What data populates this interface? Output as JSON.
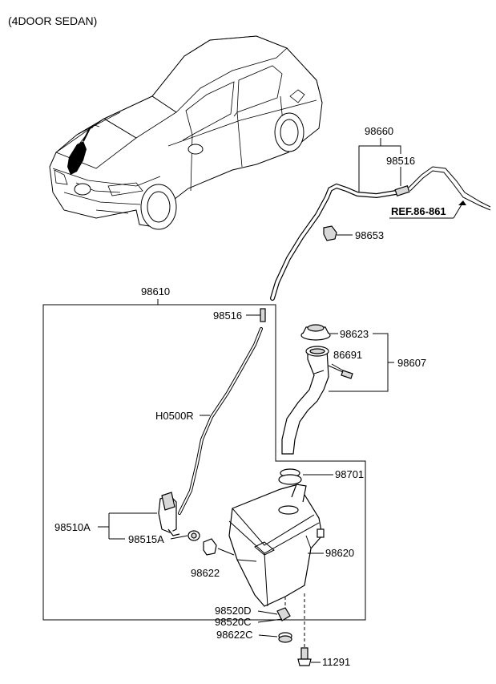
{
  "header": {
    "title": "(4DOOR SEDAN)"
  },
  "ref": {
    "label": "REF.86-861"
  },
  "parts": {
    "p98660": "98660",
    "p98516_top": "98516",
    "p98653": "98653",
    "p98610": "98610",
    "p98516_box": "98516",
    "p98623": "98623",
    "p86691": "86691",
    "p98607": "98607",
    "pH0500R": "H0500R",
    "p98701": "98701",
    "p98510A": "98510A",
    "p98515A": "98515A",
    "p98620": "98620",
    "p98622": "98622",
    "p98520D": "98520D",
    "p98520C": "98520C",
    "p98622C": "98622C",
    "p11291": "11291"
  }
}
